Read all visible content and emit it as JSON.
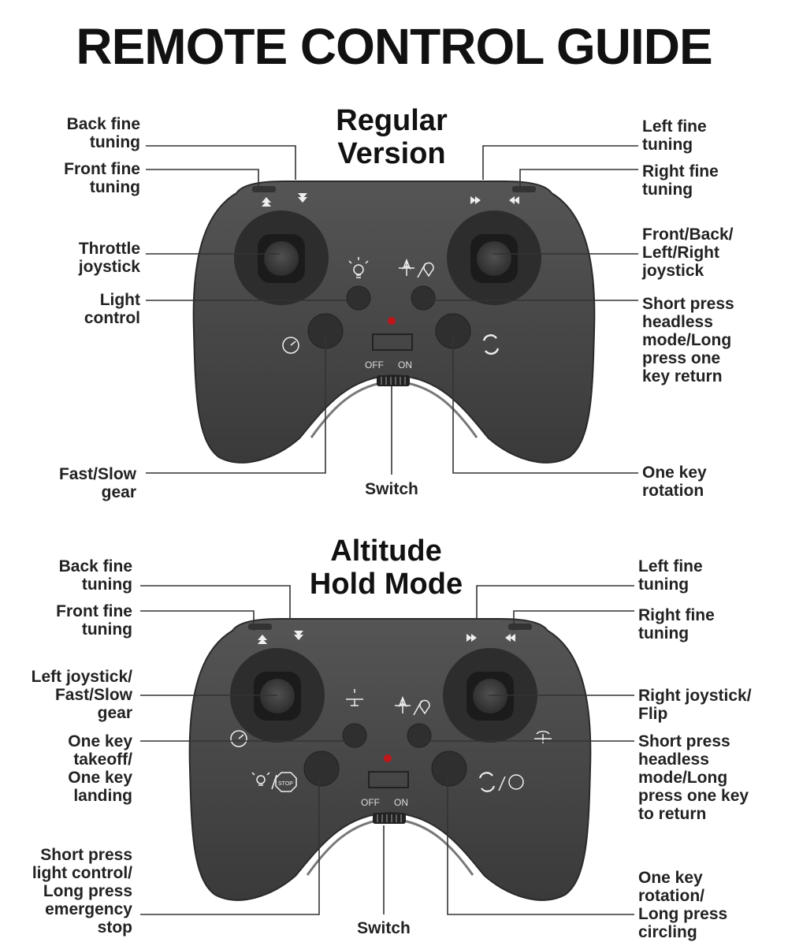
{
  "title": "REMOTE CONTROL GUIDE",
  "colors": {
    "body": "#454545",
    "joystick": "#2a2a2a",
    "led": "#c0161b",
    "lines": "#333333"
  },
  "sections": [
    {
      "heading": "Regular\nVersion",
      "switch_labels": {
        "off": "OFF",
        "on": "ON"
      },
      "icons": [
        "light-bulb-icon",
        "headless-compass-return-icon",
        "speed-gauge-icon",
        "rotation-icon"
      ],
      "left_labels": [
        "Back fine\ntuning",
        "Front fine\ntuning",
        "Throttle\njoystick",
        "Light\ncontrol",
        "Fast/Slow\ngear"
      ],
      "right_labels": [
        "Left fine\ntuning",
        "Right fine\ntuning",
        "Front/Back/\nLeft/Right\njoystick",
        "Short press\nheadless\nmode/Long\npress one\nkey return",
        "One key\nrotation"
      ],
      "bottom_label": "Switch"
    },
    {
      "heading": "Altitude\nHold Mode",
      "switch_labels": {
        "off": "OFF",
        "on": "ON"
      },
      "stop_text": "STOP",
      "icons": [
        "takeoff-landing-icon",
        "headless-compass-return-icon",
        "speed-gauge-icon",
        "light-stop-icon",
        "rotation-circling-icon",
        "flip-icon"
      ],
      "left_labels": [
        "Back fine\ntuning",
        "Front fine\ntuning",
        "Left joystick/\nFast/Slow\ngear",
        "One key\ntakeoff/\nOne key\nlanding",
        "Short press\nlight control/\nLong press\nemergency\nstop"
      ],
      "right_labels": [
        "Left fine\ntuning",
        "Right fine\ntuning",
        "Right joystick/\nFlip",
        "Short press\nheadless\nmode/Long\npress one key\nto return",
        "One key\nrotation/\nLong press\ncircling"
      ],
      "bottom_label": "Switch"
    }
  ]
}
